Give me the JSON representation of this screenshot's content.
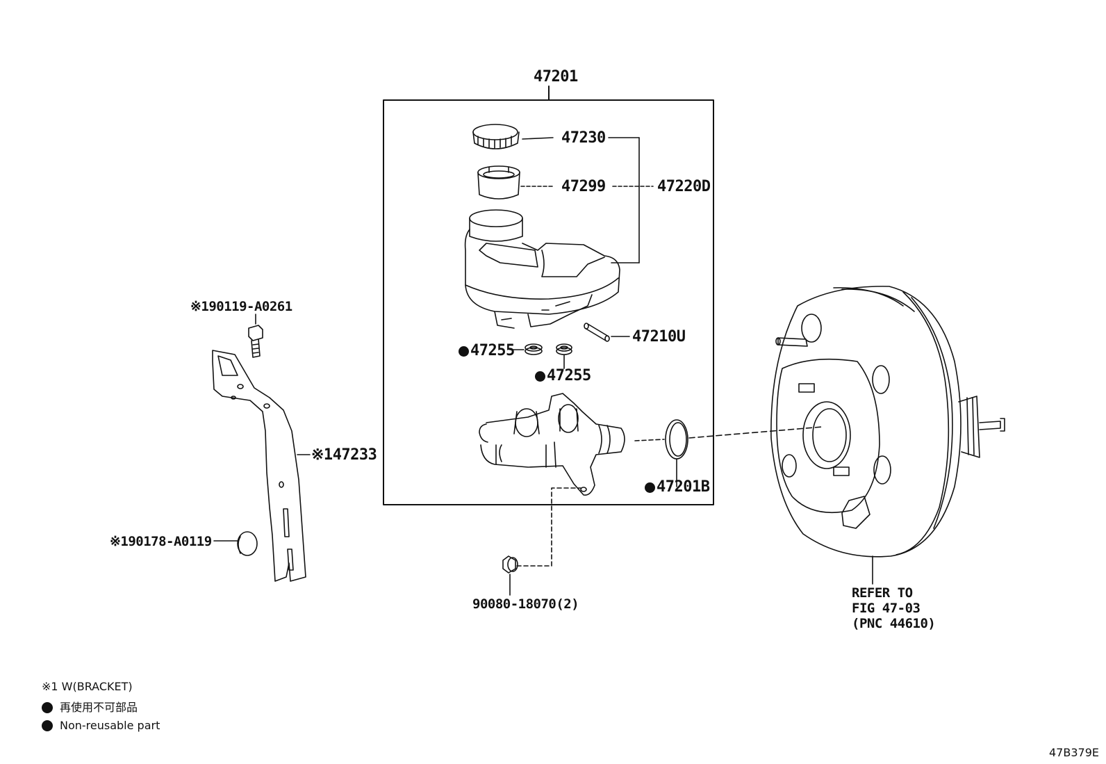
{
  "diagram": {
    "code": "47B379E",
    "labels": {
      "assembly": "47201",
      "cap": "47230",
      "strainer": "47299",
      "reservoir": "47220D",
      "pin": "47210U",
      "grommet_left": "47255",
      "grommet_right": "47255",
      "oring": "47201B",
      "bolt_top_mark": "※1",
      "bolt_top": "90119-A0261",
      "bracket_mark": "※1",
      "bracket": "47233",
      "plug_mark": "※1",
      "plug": "90178-A0119",
      "nut": "90080-18070(2)",
      "refer_line1": "REFER TO",
      "refer_line2": "FIG 47-03",
      "refer_line3": "(PNC 44610)"
    },
    "legend": {
      "w_bracket": "※1 W(BRACKET)",
      "non_reusable_jp": "再使用不可部品",
      "non_reusable_en": "Non-reusable part"
    }
  }
}
